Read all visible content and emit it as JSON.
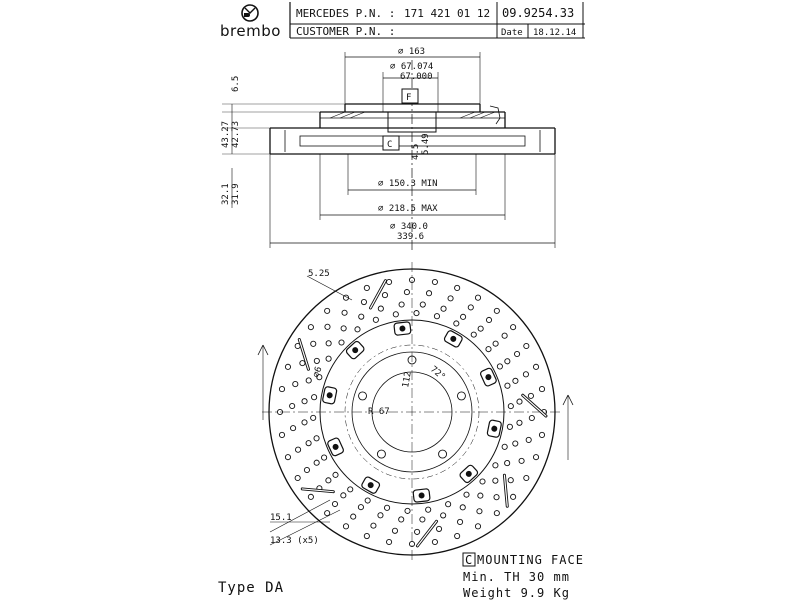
{
  "header": {
    "brand": "brembo",
    "oem_label": "MERCEDES P.N. :",
    "oem_number": "171 421 01 12",
    "part_number": "09.9254.33",
    "customer_label": "CUSTOMER P.N. :",
    "date_label": "Date",
    "date_value": "18.12.14"
  },
  "section_view": {
    "dim_top_diameter": "⌀ 163",
    "dim_bore_upper": "⌀ 67.074",
    "dim_bore_lower": "67.000",
    "datum_f": "F",
    "datum_c": "C",
    "dim_min_diameter": "⌀ 150.3 MIN",
    "dim_max_diameter": "⌀ 218.5 MAX",
    "dim_outer_upper": "⌀ 340.0",
    "dim_outer_lower": "339.6",
    "dim_height_top": "6.5",
    "dim_total_upper": "43.27",
    "dim_total_lower": "42.73",
    "dim_thick_upper": "32.1",
    "dim_thick_lower": "31.9",
    "dim_hub_upper": "5.49",
    "dim_hub_lower": "4.5"
  },
  "front_view": {
    "dim_slot_radius": "5.25",
    "dim_hole_diameter": "⌀6",
    "dim_bolt_holes": "112",
    "dim_angle": "72°",
    "dim_radius": "R 67",
    "dim_15": "15.1",
    "dim_13": "13.3 (x5)"
  },
  "notes": {
    "mounting_marker": "C",
    "mounting_face": "MOUNTING FACE",
    "min_thickness": "Min. TH 30 mm",
    "weight": "Weight 9.9 Kg",
    "type": "Type DA"
  }
}
